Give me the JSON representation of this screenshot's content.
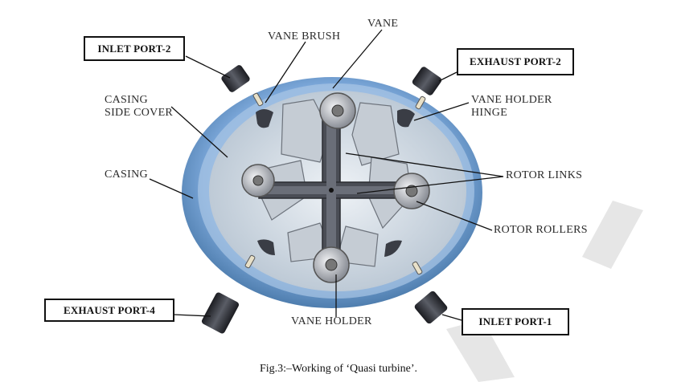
{
  "labels": {
    "inlet_port_2": "INLET PORT-2",
    "exhaust_port_2": "EXHAUST PORT-2",
    "exhaust_port_4": "EXHAUST PORT-4",
    "inlet_port_1": "INLET PORT-1",
    "vane": "VANE",
    "vane_brush": "VANE BRUSH",
    "casing_side_cover_line1": "CASING",
    "casing_side_cover_line2": "SIDE COVER",
    "casing": "CASING",
    "vane_holder_hinge_line1": "VANE HOLDER",
    "vane_holder_hinge_line2": "HINGE",
    "rotor_links": "ROTOR LINKS",
    "rotor_rollers": "ROTOR ROLLERS",
    "vane_holder": "VANE HOLDER"
  },
  "caption": "Fig.3:–Working of ‘Quasi turbine’.",
  "colors": {
    "casing_blue": "#7aa6d8",
    "casing_dark": "#3e6e9e",
    "metal_light": "#d9dde2",
    "metal_dark": "#4a4d55",
    "watermark": "#dcdcdc"
  }
}
